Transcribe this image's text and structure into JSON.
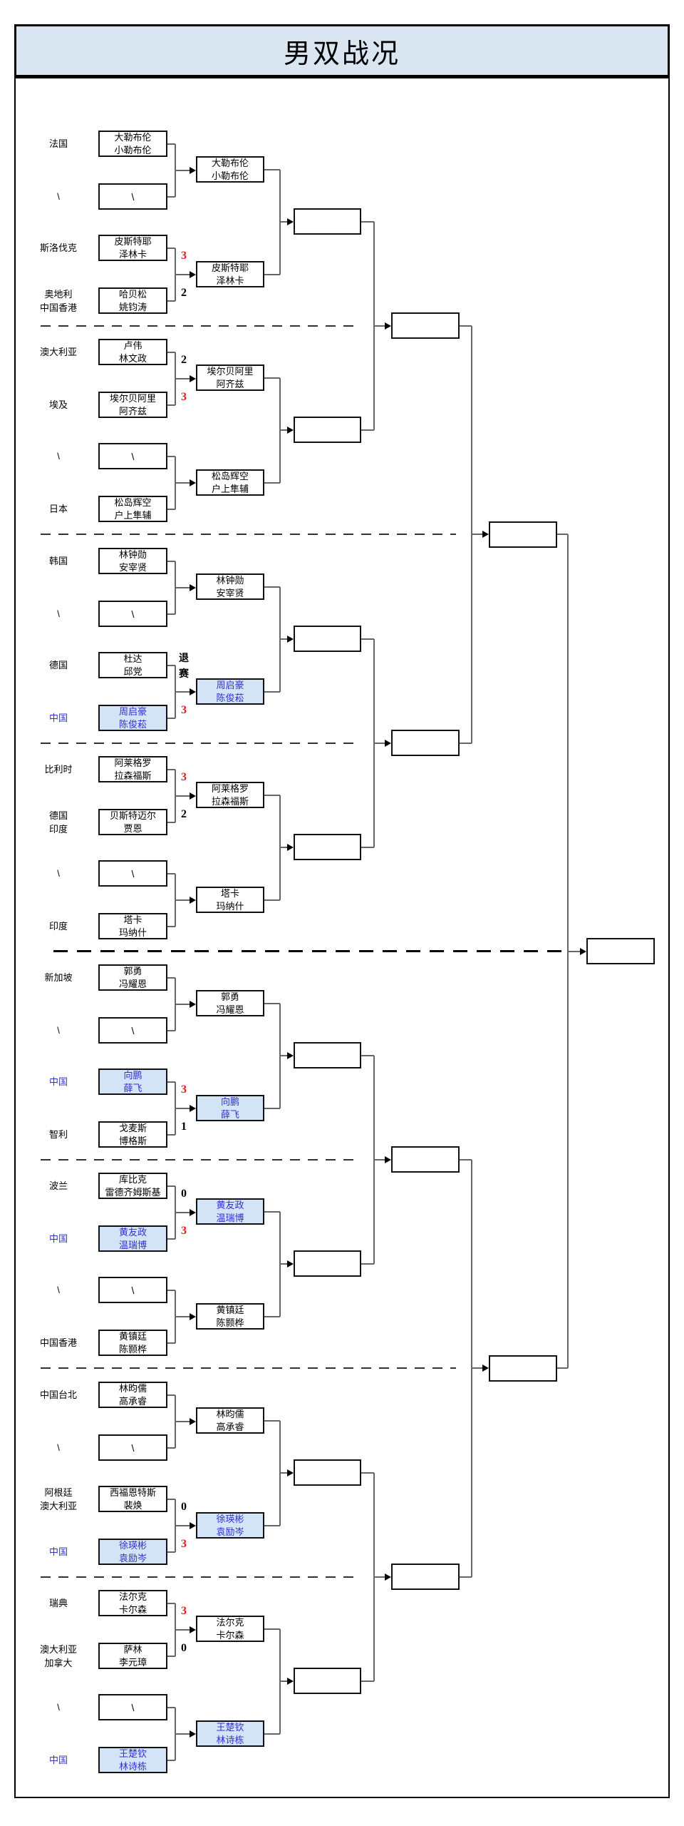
{
  "title": "男双战况",
  "bye_mark": "\\",
  "colors": {
    "header_bg": "#d9e6f2",
    "china_box_bg": "#d2e4f5",
    "china_text": "#3232cd",
    "win_score": "#f01414",
    "line": "#666666",
    "border": "#111111"
  },
  "sections": [
    {
      "slots": [
        {
          "country": [
            "法国"
          ],
          "names": [
            "大勒布伦",
            "小勒布伦"
          ]
        },
        {
          "country": [
            "\\"
          ],
          "names": [
            "\\"
          ],
          "bye": true
        },
        {
          "country": [
            "斯洛伐克"
          ],
          "names": [
            "皮斯特耶",
            "泽林卡"
          ]
        },
        {
          "country": [
            "奥地利",
            "中国香港"
          ],
          "names": [
            "哈贝松",
            "姚钧涛"
          ]
        }
      ],
      "winners": [
        {
          "names": [
            "大勒布伦",
            "小勒布伦"
          ]
        },
        {
          "names": [
            "皮斯特耶",
            "泽林卡"
          ]
        }
      ],
      "scores": [
        null,
        {
          "top": {
            "text": "3",
            "win": true
          },
          "bottom": {
            "text": "2",
            "win": false
          }
        }
      ]
    },
    {
      "slots": [
        {
          "country": [
            "澳大利亚"
          ],
          "names": [
            "卢伟",
            "林文政"
          ]
        },
        {
          "country": [
            "埃及"
          ],
          "names": [
            "埃尔贝阿里",
            "阿齐兹"
          ]
        },
        {
          "country": [
            "\\"
          ],
          "names": [
            "\\"
          ],
          "bye": true
        },
        {
          "country": [
            "日本"
          ],
          "names": [
            "松岛辉空",
            "户上隼辅"
          ]
        }
      ],
      "winners": [
        {
          "names": [
            "埃尔贝阿里",
            "阿齐兹"
          ]
        },
        {
          "names": [
            "松岛辉空",
            "户上隼辅"
          ]
        }
      ],
      "scores": [
        {
          "top": {
            "text": "2",
            "win": false
          },
          "bottom": {
            "text": "3",
            "win": true
          }
        },
        null
      ]
    },
    {
      "slots": [
        {
          "country": [
            "韩国"
          ],
          "names": [
            "林钟勋",
            "安宰贤"
          ]
        },
        {
          "country": [
            "\\"
          ],
          "names": [
            "\\"
          ],
          "bye": true
        },
        {
          "country": [
            "德国"
          ],
          "names": [
            "杜达",
            "邱党"
          ]
        },
        {
          "country": [
            "中国"
          ],
          "names": [
            "周启豪",
            "陈俊菘"
          ],
          "china": true
        }
      ],
      "winners": [
        {
          "names": [
            "林钟勋",
            "安宰贤"
          ]
        },
        {
          "names": [
            "周启豪",
            "陈俊菘"
          ],
          "china": true
        }
      ],
      "scores": [
        null,
        {
          "top": {
            "text": "退赛",
            "withdraw": true
          },
          "bottom": {
            "text": "3",
            "win": true
          }
        }
      ]
    },
    {
      "slots": [
        {
          "country": [
            "比利时"
          ],
          "names": [
            "阿莱格罗",
            "拉森福斯"
          ]
        },
        {
          "country": [
            "德国",
            "印度"
          ],
          "names": [
            "贝斯特迈尔",
            "贾恩"
          ]
        },
        {
          "country": [
            "\\"
          ],
          "names": [
            "\\"
          ],
          "bye": true
        },
        {
          "country": [
            "印度"
          ],
          "names": [
            "塔卡",
            "玛纳什"
          ]
        }
      ],
      "winners": [
        {
          "names": [
            "阿莱格罗",
            "拉森福斯"
          ]
        },
        {
          "names": [
            "塔卡",
            "玛纳什"
          ]
        }
      ],
      "scores": [
        {
          "top": {
            "text": "3",
            "win": true
          },
          "bottom": {
            "text": "2",
            "win": false
          }
        },
        null
      ]
    },
    {
      "slots": [
        {
          "country": [
            "新加坡"
          ],
          "names": [
            "郭勇",
            "冯耀恩"
          ]
        },
        {
          "country": [
            "\\"
          ],
          "names": [
            "\\"
          ],
          "bye": true
        },
        {
          "country": [
            "中国"
          ],
          "names": [
            "向鹏",
            "薛飞"
          ],
          "china": true
        },
        {
          "country": [
            "智利"
          ],
          "names": [
            "戈麦斯",
            "博格斯"
          ]
        }
      ],
      "winners": [
        {
          "names": [
            "郭勇",
            "冯耀恩"
          ]
        },
        {
          "names": [
            "向鹏",
            "薛飞"
          ],
          "china": true
        }
      ],
      "scores": [
        null,
        {
          "top": {
            "text": "3",
            "win": true
          },
          "bottom": {
            "text": "1",
            "win": false
          }
        }
      ]
    },
    {
      "slots": [
        {
          "country": [
            "波兰"
          ],
          "names": [
            "库比克",
            "雷德齐姆斯基"
          ]
        },
        {
          "country": [
            "中国"
          ],
          "names": [
            "黄友政",
            "温瑞博"
          ],
          "china": true
        },
        {
          "country": [
            "\\"
          ],
          "names": [
            "\\"
          ],
          "bye": true
        },
        {
          "country": [
            "中国香港"
          ],
          "names": [
            "黄镇廷",
            "陈颢桦"
          ]
        }
      ],
      "winners": [
        {
          "names": [
            "黄友政",
            "温瑞博"
          ],
          "china": true
        },
        {
          "names": [
            "黄镇廷",
            "陈颢桦"
          ]
        }
      ],
      "scores": [
        {
          "top": {
            "text": "0",
            "win": false
          },
          "bottom": {
            "text": "3",
            "win": true
          }
        },
        null
      ]
    },
    {
      "slots": [
        {
          "country": [
            "中国台北"
          ],
          "names": [
            "林昀儒",
            "高承睿"
          ]
        },
        {
          "country": [
            "\\"
          ],
          "names": [
            "\\"
          ],
          "bye": true
        },
        {
          "country": [
            "阿根廷",
            "澳大利亚"
          ],
          "names": [
            "西福恩特斯",
            "裴焕"
          ]
        },
        {
          "country": [
            "中国"
          ],
          "names": [
            "徐瑛彬",
            "袁励岑"
          ],
          "china": true
        }
      ],
      "winners": [
        {
          "names": [
            "林昀儒",
            "高承睿"
          ]
        },
        {
          "names": [
            "徐瑛彬",
            "袁励岑"
          ],
          "china": true
        }
      ],
      "scores": [
        null,
        {
          "top": {
            "text": "0",
            "win": false
          },
          "bottom": {
            "text": "3",
            "win": true
          }
        }
      ]
    },
    {
      "slots": [
        {
          "country": [
            "瑞典"
          ],
          "names": [
            "法尔克",
            "卡尔森"
          ]
        },
        {
          "country": [
            "澳大利亚",
            "加拿大"
          ],
          "names": [
            "萨林",
            "李元璋"
          ]
        },
        {
          "country": [
            "\\"
          ],
          "names": [
            "\\"
          ],
          "bye": true
        },
        {
          "country": [
            "中国"
          ],
          "names": [
            "王楚钦",
            "林诗栋"
          ],
          "china": true
        }
      ],
      "winners": [
        {
          "names": [
            "法尔克",
            "卡尔森"
          ]
        },
        {
          "names": [
            "王楚钦",
            "林诗栋"
          ],
          "china": true
        }
      ],
      "scores": [
        {
          "top": {
            "text": "3",
            "win": true
          },
          "bottom": {
            "text": "0",
            "win": false
          }
        },
        null
      ]
    }
  ]
}
